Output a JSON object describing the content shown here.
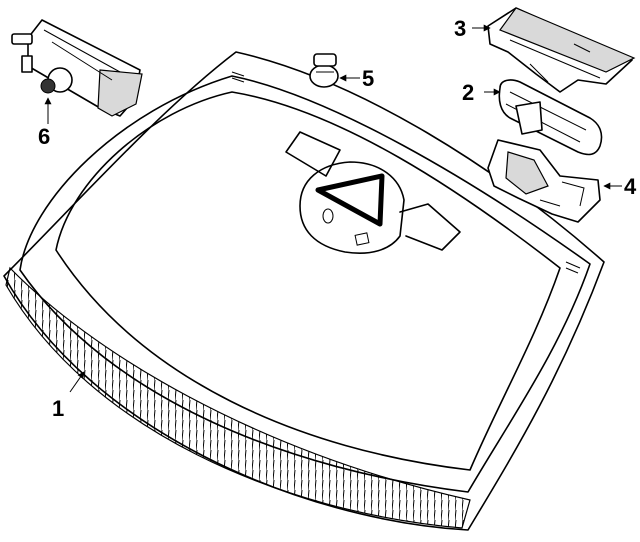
{
  "callouts": [
    {
      "id": "1",
      "label": "1",
      "part": "windshield"
    },
    {
      "id": "2",
      "label": "2",
      "part": "rearview-mirror"
    },
    {
      "id": "3",
      "label": "3",
      "part": "mirror-cover"
    },
    {
      "id": "4",
      "label": "4",
      "part": "mirror-bracket"
    },
    {
      "id": "5",
      "label": "5",
      "part": "rain-sensor"
    },
    {
      "id": "6",
      "label": "6",
      "part": "camera-module"
    }
  ]
}
